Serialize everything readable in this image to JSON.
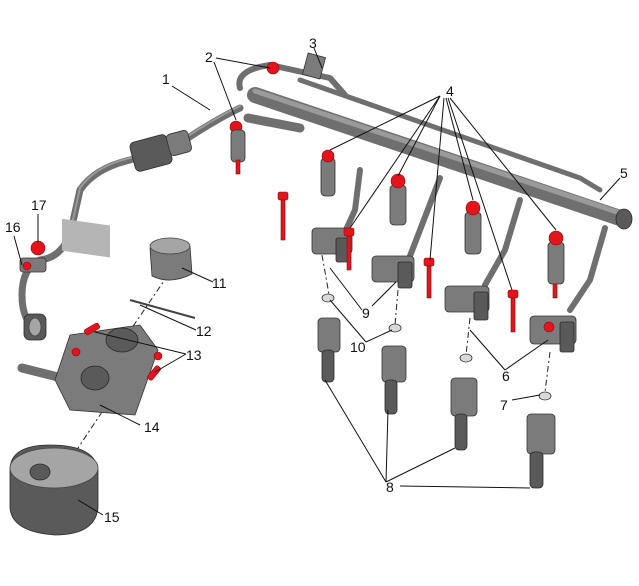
{
  "callouts": {
    "c1": "1",
    "c2": "2",
    "c3": "3",
    "c4": "4",
    "c5": "5",
    "c6": "6",
    "c7": "7",
    "c8": "8",
    "c9": "9",
    "c10": "10",
    "c11": "11",
    "c12": "12",
    "c13": "13",
    "c14": "14",
    "c15": "15",
    "c16": "16",
    "c17": "17"
  },
  "colors": {
    "metal": "#7b7b7b",
    "metal_dark": "#5a5a5a",
    "fastener_red": "#e3141b",
    "line": "#111111"
  }
}
